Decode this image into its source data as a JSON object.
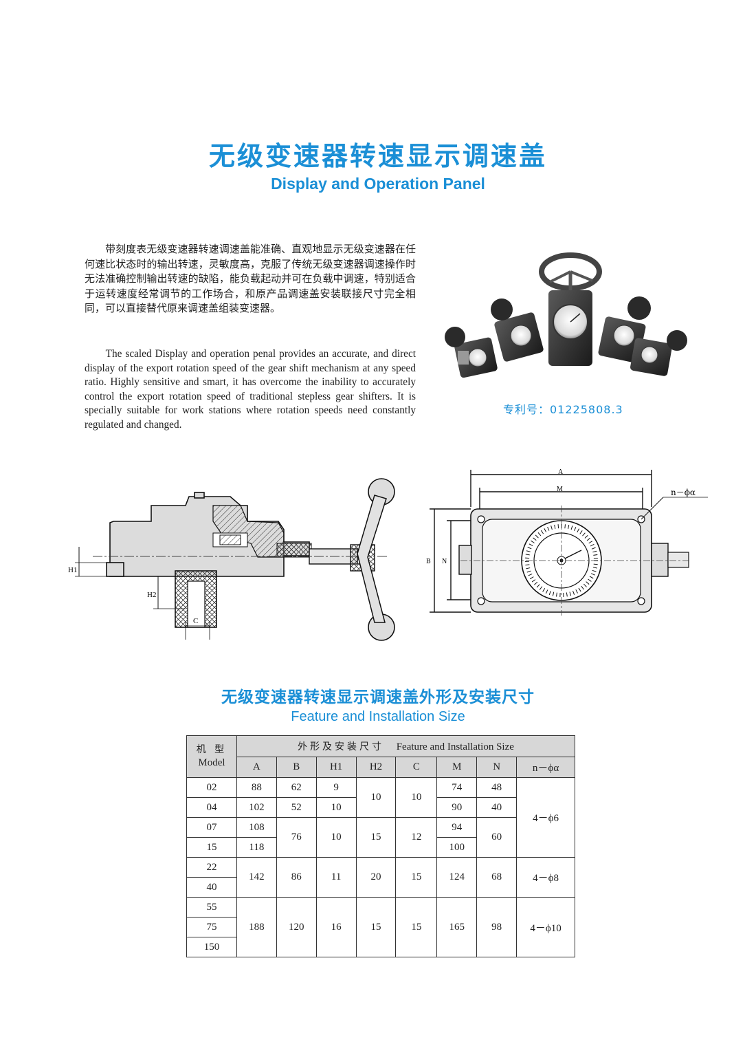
{
  "header": {
    "title_cn": "无级变速器转速显示调速盖",
    "title_en": "Display and Operation Panel"
  },
  "intro": {
    "paragraph_cn": "带刻度表无级变速器转速调速盖能准确、直观地显示无级变速器在任何速比状态时的输出转速，灵敏度高，克服了传统无级变速器调速操作时无法准确控制输出转速的缺陷，能负载起动并可在负载中调速，特别适合于运转速度经常调节的工作场合，和原产品调速盖安装联接尺寸完全相同，可以直接替代原来调速盖组装变速器。",
    "paragraph_en": "The scaled Display and operation penal provides an accurate, and direct display of the export rotation speed of the gear shift mechanism at any speed ratio. Highly sensitive and smart, it has overcome the inability to accurately control the export rotation speed of traditional stepless gear shifters. It is specially suitable for work stations where rotation speeds need constantly regulated and changed."
  },
  "patent": "专利号：01225808.3",
  "drawings": {
    "side_labels": {
      "h1": "H1",
      "h2": "H2",
      "c": "C"
    },
    "top_labels": {
      "a": "A",
      "m": "M",
      "b": "B",
      "n": "N",
      "holes": "n－ϕα"
    }
  },
  "table_section": {
    "title_cn": "无级变速器转速显示调速盖外形及安装尺寸",
    "title_en": "Feature and Installation Size"
  },
  "table": {
    "model_cn": "机 型",
    "model_en": "Model",
    "group_cn": "外形及安装尺寸",
    "group_en": "Feature and Installation Size",
    "columns": [
      "A",
      "B",
      "H1",
      "H2",
      "C",
      "M",
      "N",
      "n－ϕα"
    ],
    "models": [
      "02",
      "04",
      "07",
      "15",
      "22",
      "40",
      "55",
      "75",
      "150"
    ],
    "values": {
      "a": [
        "88",
        "102",
        "108",
        "118",
        "142",
        "188"
      ],
      "b": [
        "62",
        "52",
        "76",
        "86",
        "120"
      ],
      "h1": [
        "9",
        "10",
        "10",
        "11",
        "16"
      ],
      "h2": [
        "10",
        "15",
        "20",
        "15"
      ],
      "c": [
        "10",
        "12",
        "15",
        "15"
      ],
      "m": [
        "74",
        "90",
        "94",
        "100",
        "124",
        "165"
      ],
      "n": [
        "48",
        "40",
        "60",
        "68",
        "98"
      ],
      "holes": [
        "4－ϕ6",
        "4－ϕ8",
        "4－ϕ10"
      ]
    }
  }
}
